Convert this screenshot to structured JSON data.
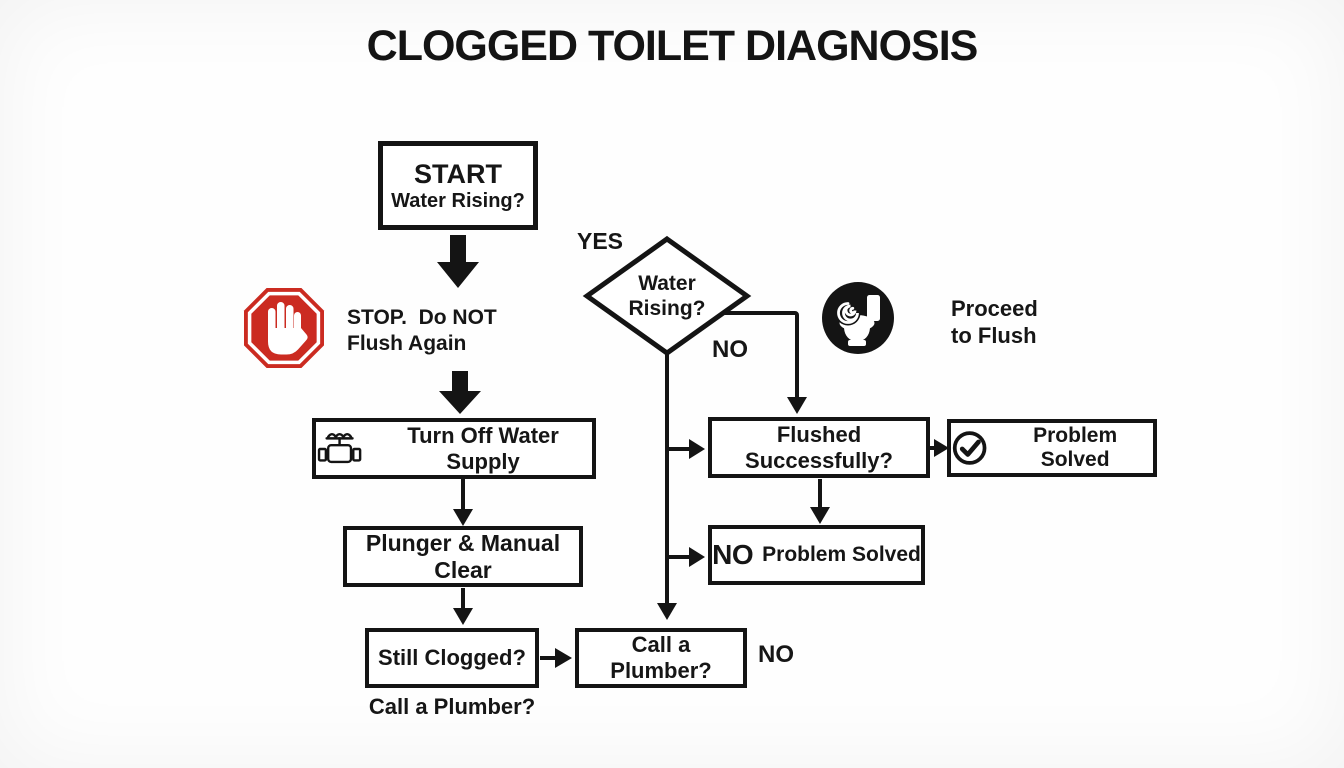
{
  "title": "CLOGGED TOILET DIAGNOSIS",
  "colors": {
    "ink": "#141414",
    "stop_red": "#cb2b21",
    "background": "#fefefe"
  },
  "nodes": {
    "start": {
      "title": "START",
      "subtitle": "Water Rising?"
    },
    "stop_warning": {
      "line1": "STOP.  Do NOT",
      "line2": "Flush Again"
    },
    "turn_off_water": {
      "label": "Turn Off Water Supply"
    },
    "plunger": {
      "label": "Plunger & Manual Clear"
    },
    "still_clogged": {
      "label": "Still Clogged?"
    },
    "still_clogged_note": "Call a Plumber?",
    "call_plumber": {
      "label": "Call a Plumber?"
    },
    "water_rising_decision": {
      "line1": "Water",
      "line2": "Rising?"
    },
    "proceed_flush": {
      "line1": "Proceed",
      "line2": "to Flush"
    },
    "flushed_successfully": {
      "label": "Flushed Successfully?"
    },
    "problem_solved": {
      "label": "Problem Solved"
    },
    "not_solved": {
      "prefix": "NO",
      "label": "Problem Solved"
    }
  },
  "edge_labels": {
    "yes": "YES",
    "no_branch": "NO",
    "no_end": "NO"
  },
  "icons": {
    "stop": "stop-hand-icon",
    "valve": "water-valve-icon",
    "toilet": "toilet-flush-icon",
    "check": "check-circle-icon"
  }
}
